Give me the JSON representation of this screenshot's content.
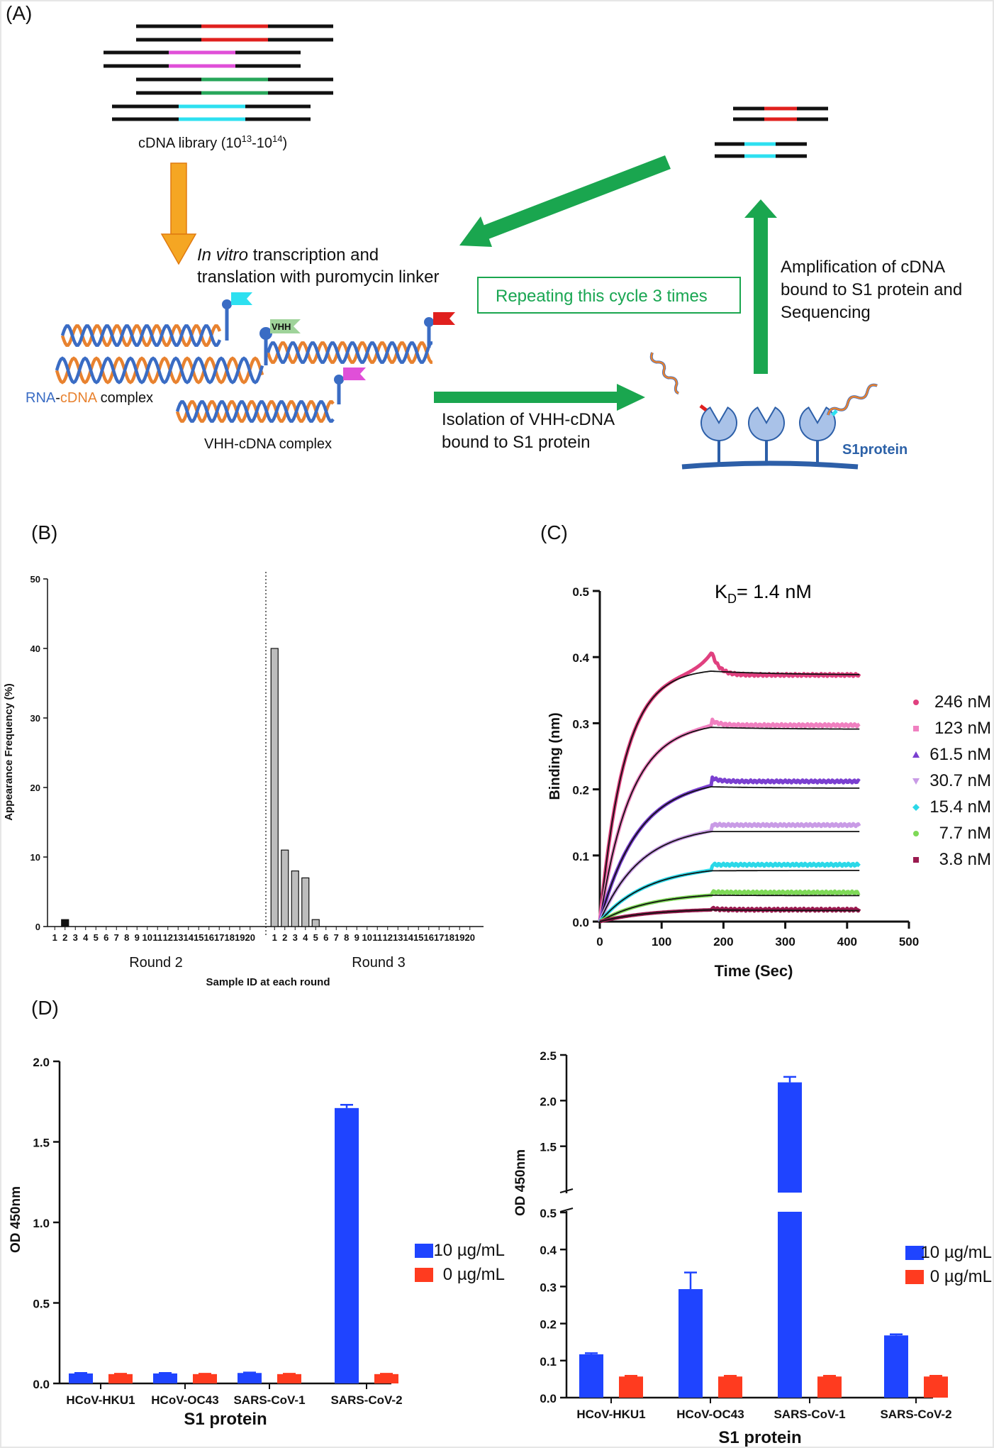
{
  "panels": {
    "a": "(A)",
    "b": "(B)",
    "c": "(C)",
    "d": "(D)"
  },
  "panelA": {
    "library_label_prefix": "cDNA library (10",
    "library_exp1": "13",
    "library_dash": "-10",
    "library_exp2": "14",
    "library_suffix": ")",
    "step1_italic": "In vitro",
    "step1_rest": " transcription and",
    "step1_line2": "translation with puromycin linker",
    "repeat_box": "Repeating this cycle 3 times",
    "amplification_line1": "Amplification of cDNA",
    "amplification_line2": "bound to S1 protein and",
    "amplification_line3": "Sequencing",
    "rna_label": "RNA",
    "dash": "-",
    "cdna_label": "cDNA",
    "complex_label": " complex",
    "vhh_tag": "VHH",
    "vhh_cdna_label": "VHH-cDNA complex",
    "isolation_line1": "Isolation of VHH-cDNA",
    "isolation_line2": "bound to S1 protein",
    "s1protein_label": "S1protein",
    "colors": {
      "red": "#e0201e",
      "magenta": "#e04fd8",
      "green": "#27a65a",
      "cyan": "#2de0f0",
      "arrow_green": "#1aa64f",
      "arrow_orange": "#f5a623",
      "rna_blue": "#3a6cc4",
      "cdna_orange": "#e8822f"
    }
  },
  "chart_data": [
    {
      "id": "B",
      "type": "bar",
      "xlabel": "Sample ID at each round",
      "ylabel": "Appearance Frequency (%)",
      "ylim": [
        0,
        50
      ],
      "yticks": [
        0,
        10,
        20,
        30,
        40,
        50
      ],
      "groups": [
        {
          "name": "Round 2",
          "categories": [
            "1",
            "2",
            "3",
            "4",
            "5",
            "6",
            "7",
            "8",
            "9",
            "10",
            "11",
            "12",
            "13",
            "14",
            "15",
            "16",
            "17",
            "18",
            "19",
            "20"
          ],
          "values": [
            0,
            1,
            0,
            0,
            0,
            0,
            0,
            0,
            0,
            0,
            0,
            0,
            0,
            0,
            0,
            0,
            0,
            0,
            0,
            0
          ]
        },
        {
          "name": "Round 3",
          "categories": [
            "1",
            "2",
            "3",
            "4",
            "5",
            "6",
            "7",
            "8",
            "9",
            "10",
            "11",
            "12",
            "13",
            "14",
            "15",
            "16",
            "17",
            "18",
            "19",
            "20"
          ],
          "values": [
            40,
            11,
            8,
            7,
            1,
            0,
            0,
            0,
            0,
            0,
            0,
            0,
            0,
            0,
            0,
            0,
            0,
            0,
            0,
            0
          ]
        }
      ],
      "colors": {
        "round2": "#111111",
        "round3": "#bdbdbd"
      }
    },
    {
      "id": "C",
      "type": "line",
      "title_main": "K",
      "title_sub": "D",
      "title_rest": "= 1.4 nM",
      "xlabel": "Time (Sec)",
      "ylabel": "Binding (nm)",
      "xlim": [
        0,
        500
      ],
      "ylim": [
        0,
        0.5
      ],
      "xticks": [
        0,
        100,
        200,
        300,
        400,
        500
      ],
      "yticks": [
        "0.0",
        "0.1",
        "0.2",
        "0.3",
        "0.4",
        "0.5"
      ],
      "association_end": 180,
      "dissociation_end": 420,
      "legend_position": "right",
      "series": [
        {
          "name": "246 nM",
          "plateau": 0.383,
          "k": 0.025,
          "color": "#e0407f",
          "marker": "circle",
          "peak": 0.41,
          "end": 0.373
        },
        {
          "name": "123 nM",
          "plateau": 0.302,
          "k": 0.02,
          "color": "#f080c0",
          "marker": "square",
          "peak": 0.305,
          "end": 0.297
        },
        {
          "name": "61.5 nM",
          "plateau": 0.216,
          "k": 0.016,
          "color": "#7a3fd0",
          "marker": "triangle",
          "peak": 0.218,
          "end": 0.212
        },
        {
          "name": "30.7 nM",
          "plateau": 0.146,
          "k": 0.015,
          "color": "#c99be6",
          "marker": "triangle-down",
          "peak": 0.147,
          "end": 0.146
        },
        {
          "name": "15.4 nM",
          "plateau": 0.085,
          "k": 0.013,
          "color": "#2bd8e8",
          "marker": "diamond",
          "peak": 0.086,
          "end": 0.086
        },
        {
          "name": "7.7 nM",
          "plateau": 0.045,
          "k": 0.012,
          "color": "#7ed957",
          "marker": "circle",
          "peak": 0.045,
          "end": 0.044
        },
        {
          "name": "3.8 nM",
          "plateau": 0.02,
          "k": 0.012,
          "color": "#9a1a4f",
          "marker": "square",
          "peak": 0.02,
          "end": 0.018
        }
      ]
    },
    {
      "id": "D-left",
      "type": "bar",
      "xlabel": "S1 protein",
      "ylabel": "OD 450nm",
      "ylim": [
        0,
        2.0
      ],
      "yticks": [
        "0.0",
        "0.5",
        "1.0",
        "1.5",
        "2.0"
      ],
      "categories": [
        "HCoV-HKU1",
        "HCoV-OC43",
        "SARS-CoV-1",
        "SARS-CoV-2"
      ],
      "series": [
        {
          "name": "10 µg/mL",
          "values": [
            0.062,
            0.062,
            0.065,
            1.71
          ],
          "errors": [
            0.003,
            0.003,
            0.003,
            0.02
          ],
          "color": "#1f44ff"
        },
        {
          "name": "0 µg/mL",
          "values": [
            0.058,
            0.058,
            0.058,
            0.058
          ],
          "errors": [
            0.002,
            0.002,
            0.002,
            0.002
          ],
          "color": "#ff3b1f"
        }
      ],
      "legend_position": "right"
    },
    {
      "id": "D-right",
      "type": "bar",
      "xlabel": "S1 protein",
      "ylabel": "OD 450nm",
      "axis_break": {
        "lower": [
          0,
          0.5
        ],
        "upper": [
          1.0,
          2.5
        ]
      },
      "yticks_lower": [
        "0.0",
        "0.1",
        "0.2",
        "0.3",
        "0.4",
        "0.5"
      ],
      "yticks_upper": [
        "1.5",
        "2.0",
        "2.5"
      ],
      "categories": [
        "HCoV-HKU1",
        "HCoV-OC43",
        "SARS-CoV-1",
        "SARS-CoV-2"
      ],
      "series": [
        {
          "name": "10 µg/mL",
          "values": [
            0.117,
            0.293,
            2.2,
            0.168
          ],
          "errors": [
            0.003,
            0.045,
            0.06,
            0.003
          ],
          "color": "#1f44ff"
        },
        {
          "name": "0 µg/mL",
          "values": [
            0.057,
            0.057,
            0.057,
            0.057
          ],
          "errors": [
            0.002,
            0.002,
            0.002,
            0.002
          ],
          "color": "#ff3b1f"
        }
      ],
      "legend_position": "right"
    }
  ]
}
